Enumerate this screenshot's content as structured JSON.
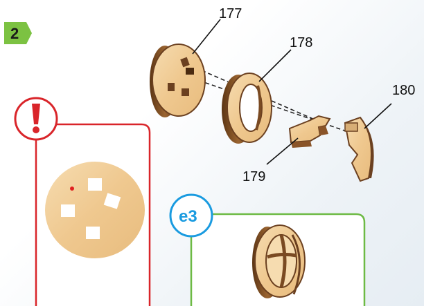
{
  "step": {
    "number": "2"
  },
  "parts": [
    {
      "id": "177"
    },
    {
      "id": "178"
    },
    {
      "id": "179"
    },
    {
      "id": "180"
    }
  ],
  "warning_box": {
    "symbol": "!"
  },
  "variant_box": {
    "label": "e3"
  },
  "colors": {
    "step_badge": "#7cc242",
    "warning": "#d9252a",
    "variant": "#6dba44",
    "variant_label": "#1a9be0",
    "wood_light": "#f2cf9c",
    "wood_dark": "#7a4a22"
  }
}
